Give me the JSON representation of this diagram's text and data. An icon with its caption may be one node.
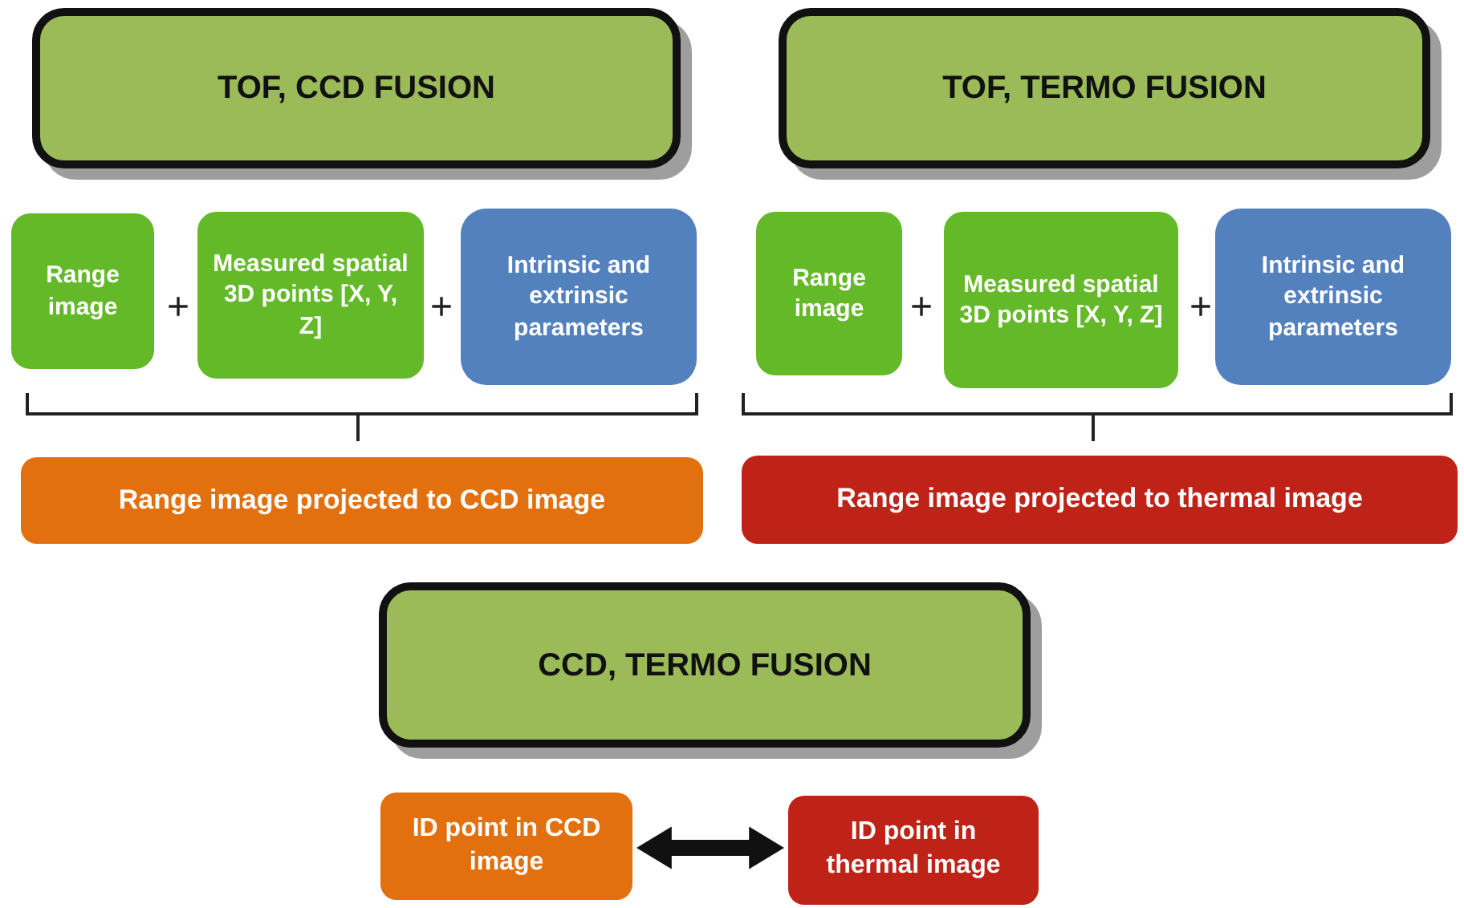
{
  "diagram": {
    "nodes": [
      {
        "text": [
          "TOF, CCD FUSION"
        ]
      },
      {
        "text": [
          "Range image"
        ]
      },
      {
        "text": [
          "Measured spatial 3D points [X, Y, Z]"
        ]
      },
      {
        "text": [
          "Intrinsic and extrinsic parameters"
        ]
      },
      {
        "text": [
          "Range image projected to CCD image"
        ]
      },
      {
        "text": [
          "TOF, TERMO FUSION"
        ]
      },
      {
        "text": [
          "Range image"
        ]
      },
      {
        "text": [
          "Measured spatial 3D points [X, Y, Z]"
        ]
      },
      {
        "text": [
          "Intrinsic and extrinsic parameters"
        ]
      },
      {
        "text": [
          "Range image projected to thermal image"
        ]
      },
      {
        "text": [
          "CCD, TERMO FUSION"
        ]
      },
      {
        "text": [
          "ID point in CCD image"
        ]
      },
      {
        "text": [
          "ID point in thermal image"
        ]
      }
    ],
    "edges": [
      {
        "from": 11,
        "to": 12,
        "arrow": "both"
      }
    ],
    "labels": [
      "+",
      "+",
      "+",
      "+"
    ]
  }
}
